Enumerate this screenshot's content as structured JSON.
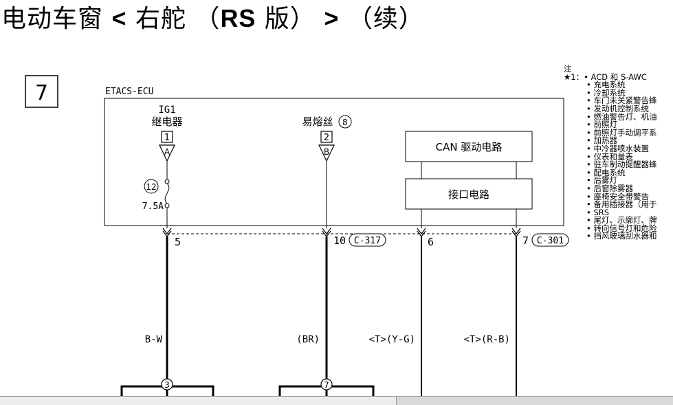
{
  "title": {
    "part1": "电动车窗",
    "lt": "<",
    "part2": "右舵",
    "paren_open": "（",
    "rs": "RS",
    "part3": "版）",
    "gt": ">",
    "cont": "（续）"
  },
  "page_number": "7",
  "ecu_label": "ETACS-ECU",
  "ig1_relay": {
    "line1": "IG1",
    "line2": "继电器",
    "num": "1",
    "letter": "A"
  },
  "fusible": {
    "label": "易熔丝",
    "circled": "8",
    "num": "2",
    "letter": "B"
  },
  "fuse": {
    "circled": "12",
    "rating": "7.5A"
  },
  "blocks": {
    "can": "CAN 驱动电路",
    "interface": "接口电路"
  },
  "pins": {
    "p5": "5",
    "p10": "10",
    "c317": "C-317",
    "p6": "6",
    "p7": "7",
    "c301": "C-301"
  },
  "wires": {
    "bw": "B-W",
    "br": "(BR)",
    "tyg": "<T>(Y-G)",
    "trb": "<T>(R-B)"
  },
  "junctions": {
    "j3": "3",
    "j7": "7"
  },
  "notes": {
    "head": "注",
    "star": "★1：",
    "items": [
      "• ACD 和 S-AWC",
      "• 充电系统",
      "• 冷却系统",
      "• 车门未关紧警告蜂",
      "• 发动机控制系统",
      "• 燃油警告灯、机油",
      "• 前照灯",
      "• 前照灯手动调平系",
      "• 加热器",
      "• 中冷器喷水装置",
      "• 仪表和量表",
      "• 驻车制动提醒器蜂",
      "• 配电系统",
      "• 后雾灯",
      "• 后窗除雾器",
      "• 座椅安全带警告",
      "• 备用插接器（用于",
      "• SRS",
      "• 尾灯、示廓灯、牌",
      "• 转向信号灯和危险",
      "• 挡风玻璃刮水器和"
    ]
  }
}
